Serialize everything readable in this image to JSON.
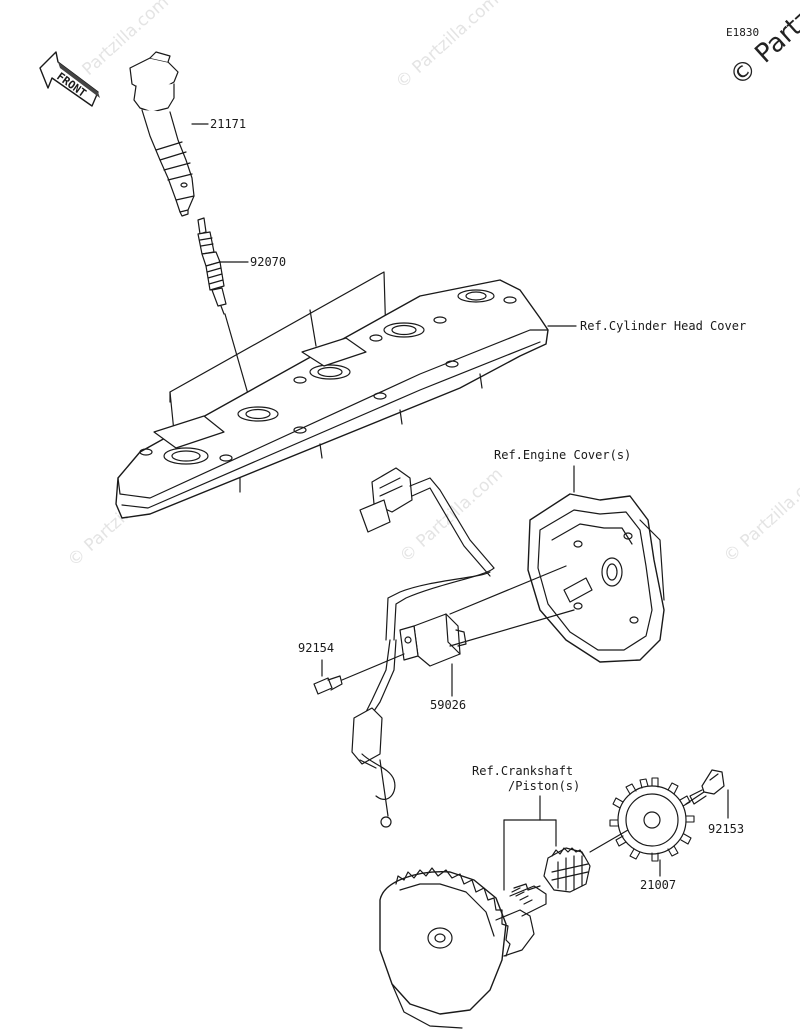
{
  "diagram_code": "E1830",
  "watermark": "© Partzilla.com",
  "brand_watermark": "© Partzilla",
  "front_arrow": {
    "text": "FRONT"
  },
  "callouts": {
    "ignition_coil": "21171",
    "spark_plug": "92070",
    "cylinder_head_cover_ref": "Ref.Cylinder Head Cover",
    "engine_cover_ref": "Ref.Engine Cover(s)",
    "bolt_92154": "92154",
    "pickup_coil": "59026",
    "crankshaft_ref_line1": "Ref.Crankshaft",
    "crankshaft_ref_line2": "/Piston(s)",
    "bolt_92153": "92153",
    "timing_rotor": "21007"
  }
}
